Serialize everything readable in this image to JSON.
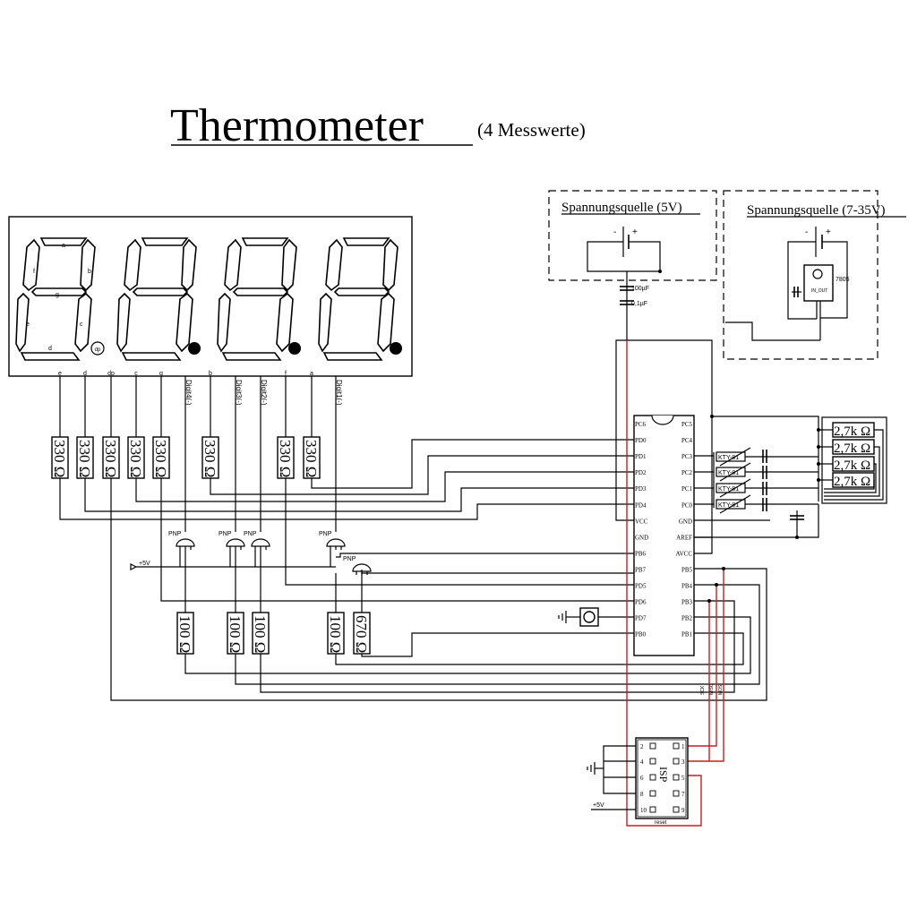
{
  "title": "Thermometer",
  "subtitle": "(4 Messwerte)",
  "power_5v_label": "Spannungsquelle (5V)",
  "power_7_35v_label": "Spannungsquelle (7-35V)",
  "minus_sign": "-",
  "plus_sign": "+",
  "cap_100uf": "100µF",
  "cap_01uf": "0,1µF",
  "regulator": "7805",
  "regulator_pins": "IN_OUT",
  "segment_letters": [
    "a",
    "b",
    "c",
    "d",
    "e",
    "f",
    "g",
    "dp"
  ],
  "display_pin_labels": [
    "e",
    "d",
    "dp",
    "c",
    "g",
    "b",
    "f",
    "a"
  ],
  "digit_labels": [
    "Digit4(-)",
    "Digit3(-)",
    "Digit2(-)",
    "Digit1(-)"
  ],
  "r330": "330 Ω",
  "r100": "100 Ω",
  "r670": "670 Ω",
  "r27k": "2,7k Ω",
  "pnp": "PNP",
  "plus5v_left": "+5V",
  "plus5v_isp": "+5V",
  "mcu_left_pins": [
    "PC6",
    "PD0",
    "PD1",
    "PD2",
    "PD3",
    "PD4",
    "VCC",
    "GND",
    "PB6",
    "PB7",
    "PD5",
    "PD6",
    "PD7",
    "PB0"
  ],
  "mcu_right_pins": [
    "PC5",
    "PC4",
    "PC3",
    "PC2",
    "PC1",
    "PC0",
    "GND",
    "AREF",
    "AVCC",
    "PB5",
    "PB4",
    "PB3",
    "PB2",
    "PB1"
  ],
  "kty": "KTY-81",
  "isp_title": "ISP",
  "isp_left_pins": [
    "2",
    "4",
    "6",
    "8",
    "10"
  ],
  "isp_right_pins": [
    "1",
    "3",
    "5",
    "7",
    "9"
  ],
  "isp_reset": "reset",
  "isp_signals": [
    "SCK",
    "MISO",
    "MOSI"
  ]
}
